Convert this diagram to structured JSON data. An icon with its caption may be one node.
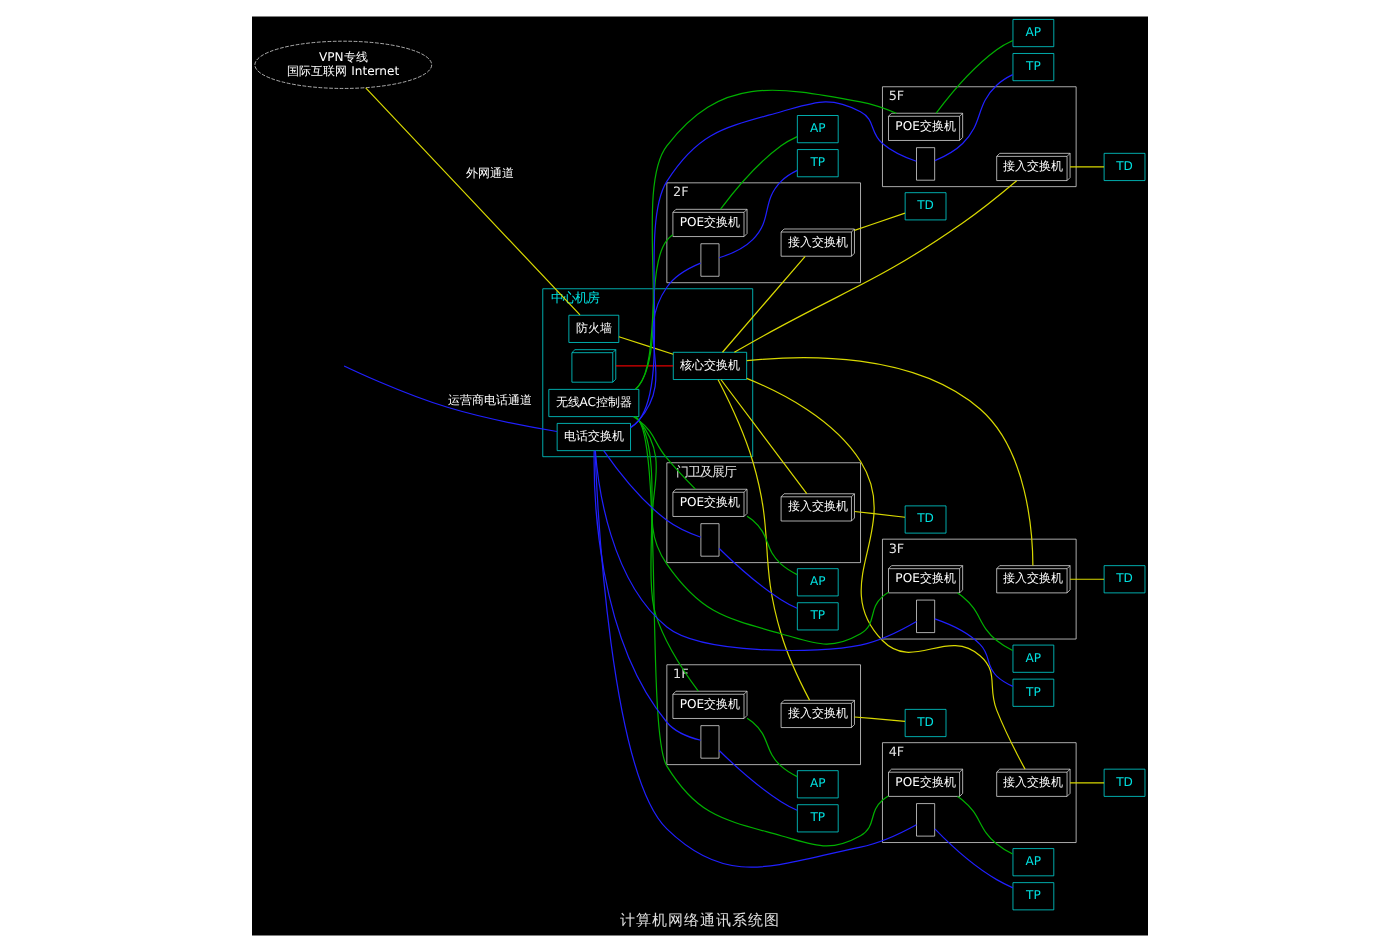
{
  "diagram": {
    "title": "计算机网络通讯系统图",
    "nodes": [
      {
        "text": [
          "VPN专线",
          "国际互联网 Internet"
        ]
      },
      {
        "text": [
          "中心机房"
        ]
      },
      {
        "text": [],
        "shape": "picture",
        "in": 1
      },
      {
        "text": [
          "防火墙"
        ],
        "in": 1
      },
      {
        "text": [
          "核心交换机"
        ],
        "in": 1
      },
      {
        "text": [
          "无线AC控制器"
        ],
        "in": 1
      },
      {
        "text": [
          "电话交换机"
        ],
        "in": 1
      },
      {
        "text": [
          "2F"
        ]
      },
      {
        "text": [
          "接入交换机"
        ],
        "in": 7
      },
      {
        "text": [
          "POE交换机"
        ],
        "in": 7
      },
      {
        "text": [],
        "shape": "box",
        "in": 7
      },
      {
        "text": [
          "TD"
        ]
      },
      {
        "text": [
          "AP"
        ]
      },
      {
        "text": [
          "TP"
        ]
      },
      {
        "text": [
          "1F"
        ]
      },
      {
        "text": [
          "接入交换机"
        ],
        "in": 14
      },
      {
        "text": [
          "POE交换机"
        ],
        "in": 14
      },
      {
        "text": [],
        "shape": "box",
        "in": 14
      },
      {
        "text": [
          "TD"
        ]
      },
      {
        "text": [
          "AP"
        ]
      },
      {
        "text": [
          "TP"
        ]
      },
      {
        "text": [
          "门卫及展厅"
        ]
      },
      {
        "text": [
          "接入交换机"
        ],
        "in": 21
      },
      {
        "text": [
          "POE交换机"
        ],
        "in": 21
      },
      {
        "text": [],
        "shape": "box",
        "in": 21
      },
      {
        "text": [
          "TD"
        ]
      },
      {
        "text": [
          "AP"
        ]
      },
      {
        "text": [
          "TP"
        ]
      },
      {
        "text": [
          "5F"
        ]
      },
      {
        "text": [
          "接入交换机"
        ],
        "in": 28
      },
      {
        "text": [
          "POE交换机"
        ],
        "in": 28
      },
      {
        "text": [],
        "shape": "box",
        "in": 28
      },
      {
        "text": [
          "TD"
        ]
      },
      {
        "text": [
          "AP"
        ]
      },
      {
        "text": [
          "TP"
        ]
      },
      {
        "text": [
          "4F"
        ]
      },
      {
        "text": [
          "接入交换机"
        ],
        "in": 35
      },
      {
        "text": [
          "POE交换机"
        ],
        "in": 35
      },
      {
        "text": [],
        "shape": "box",
        "in": 35
      },
      {
        "text": [
          "TD"
        ]
      },
      {
        "text": [
          "AP"
        ]
      },
      {
        "text": [
          "TP"
        ]
      },
      {
        "text": [
          "3F"
        ]
      },
      {
        "text": [
          "接入交换机"
        ],
        "in": 42
      },
      {
        "text": [
          "POE交换机"
        ],
        "in": 42
      },
      {
        "text": [],
        "shape": "box",
        "in": 42
      },
      {
        "text": [
          "TD"
        ]
      },
      {
        "text": [
          "AP"
        ]
      },
      {
        "text": [
          "TP"
        ]
      }
    ],
    "edges": [
      {
        "from": 0,
        "to": 3,
        "arrow": "none",
        "label": "外网通道",
        "color": "#d8d800"
      },
      {
        "from": 3,
        "to": 4,
        "arrow": "none",
        "color": "#d8d800"
      },
      {
        "from": 2,
        "to": 4,
        "arrow": "none",
        "color": "#e00000"
      },
      {
        "from": null,
        "to": 6,
        "arrow": "none",
        "label": "运营商电话通道",
        "color": "#2020ff"
      },
      {
        "from": 4,
        "to": 8,
        "arrow": "none",
        "color": "#d8d800"
      },
      {
        "from": 5,
        "to": 9,
        "arrow": "none",
        "color": "#00b000"
      },
      {
        "from": 6,
        "to": 10,
        "arrow": "none",
        "color": "#2020ff"
      },
      {
        "from": 8,
        "to": 11,
        "arrow": "none",
        "color": "#d8d800"
      },
      {
        "from": 9,
        "to": 12,
        "arrow": "none",
        "color": "#00b000"
      },
      {
        "from": 10,
        "to": 13,
        "arrow": "none",
        "color": "#2020ff"
      },
      {
        "from": 4,
        "to": 15,
        "arrow": "none",
        "color": "#d8d800"
      },
      {
        "from": 5,
        "to": 16,
        "arrow": "none",
        "color": "#00b000"
      },
      {
        "from": 6,
        "to": 17,
        "arrow": "none",
        "color": "#2020ff"
      },
      {
        "from": 15,
        "to": 18,
        "arrow": "none",
        "color": "#d8d800"
      },
      {
        "from": 16,
        "to": 19,
        "arrow": "none",
        "color": "#00b000"
      },
      {
        "from": 17,
        "to": 20,
        "arrow": "none",
        "color": "#2020ff"
      },
      {
        "from": 4,
        "to": 22,
        "arrow": "none",
        "color": "#d8d800"
      },
      {
        "from": 5,
        "to": 23,
        "arrow": "none",
        "color": "#00b000"
      },
      {
        "from": 6,
        "to": 24,
        "arrow": "none",
        "color": "#2020ff"
      },
      {
        "from": 22,
        "to": 25,
        "arrow": "none",
        "color": "#d8d800"
      },
      {
        "from": 23,
        "to": 26,
        "arrow": "none",
        "color": "#00b000"
      },
      {
        "from": 24,
        "to": 27,
        "arrow": "none",
        "color": "#2020ff"
      },
      {
        "from": 4,
        "to": 29,
        "arrow": "none",
        "color": "#d8d800"
      },
      {
        "from": 5,
        "to": 30,
        "arrow": "none",
        "color": "#00b000"
      },
      {
        "from": 6,
        "to": 31,
        "arrow": "none",
        "color": "#2020ff"
      },
      {
        "from": 29,
        "to": 32,
        "arrow": "none",
        "color": "#d8d800"
      },
      {
        "from": 30,
        "to": 33,
        "arrow": "none",
        "color": "#00b000"
      },
      {
        "from": 31,
        "to": 34,
        "arrow": "none",
        "color": "#2020ff"
      },
      {
        "from": 4,
        "to": 36,
        "arrow": "none",
        "color": "#d8d800"
      },
      {
        "from": 5,
        "to": 37,
        "arrow": "none",
        "color": "#00b000"
      },
      {
        "from": 6,
        "to": 38,
        "arrow": "none",
        "color": "#2020ff"
      },
      {
        "from": 36,
        "to": 39,
        "arrow": "none",
        "color": "#d8d800"
      },
      {
        "from": 37,
        "to": 40,
        "arrow": "none",
        "color": "#00b000"
      },
      {
        "from": 38,
        "to": 41,
        "arrow": "none",
        "color": "#2020ff"
      },
      {
        "from": 4,
        "to": 43,
        "arrow": "none",
        "color": "#d8d800"
      },
      {
        "from": 5,
        "to": 44,
        "arrow": "none",
        "color": "#00b000"
      },
      {
        "from": 6,
        "to": 45,
        "arrow": "none",
        "color": "#2020ff"
      },
      {
        "from": 43,
        "to": 46,
        "arrow": "none",
        "color": "#d8d800"
      },
      {
        "from": 44,
        "to": 47,
        "arrow": "none",
        "color": "#00b000"
      },
      {
        "from": 45,
        "to": 48,
        "arrow": "none",
        "color": "#2020ff"
      }
    ]
  }
}
